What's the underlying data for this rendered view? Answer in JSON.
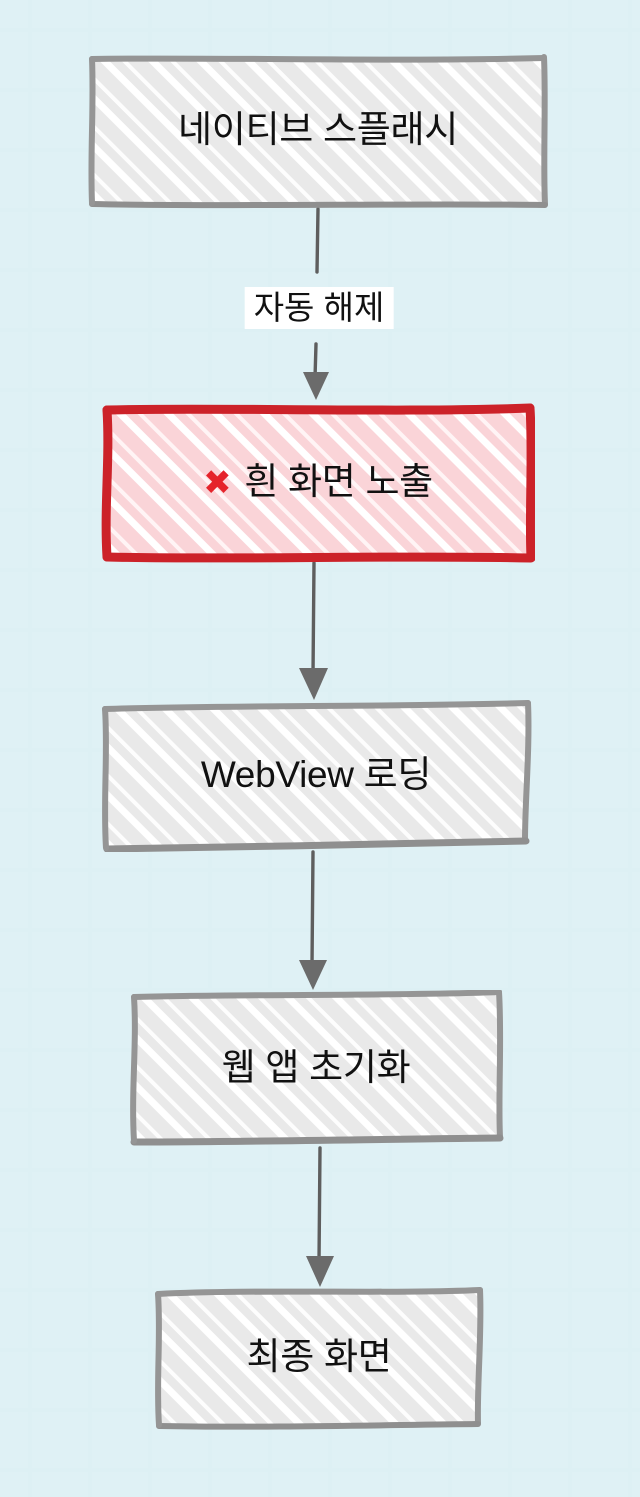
{
  "diagram": {
    "type": "flowchart",
    "orientation": "top-to-bottom",
    "style": "hand-drawn-sketch",
    "title_text": "",
    "colors": {
      "node_fill": "#e9e9e9",
      "node_stroke": "#959595",
      "hatch_stroke": "#ffffff",
      "error_node_fill": "#fad4d8",
      "error_node_stroke": "#cc2229",
      "edge_stroke": "#5e5e5e",
      "text": "#111111",
      "xmark": "#e5232b",
      "background": "#ffffff",
      "background_pattern": "#ddf0f4"
    },
    "nodes": [
      {
        "id": "native-splash",
        "label": "네이티브 스플래시",
        "state": "normal",
        "icon": ""
      },
      {
        "id": "white-screen",
        "label": "흰 화면 노출",
        "state": "error",
        "icon": "cross-mark-icon",
        "icon_glyph": "✖"
      },
      {
        "id": "webview-loading",
        "label": "WebView 로딩",
        "state": "normal",
        "icon": ""
      },
      {
        "id": "webapp-init",
        "label": "웹 앱 초기화",
        "state": "normal",
        "icon": ""
      },
      {
        "id": "final-screen",
        "label": "최종 화면",
        "state": "normal",
        "icon": ""
      }
    ],
    "edges": [
      {
        "id": "e1",
        "from": "native-splash",
        "to": "white-screen",
        "label": "자동 해제"
      },
      {
        "id": "e2",
        "from": "white-screen",
        "to": "webview-loading",
        "label": ""
      },
      {
        "id": "e3",
        "from": "webview-loading",
        "to": "webapp-init",
        "label": ""
      },
      {
        "id": "e4",
        "from": "webapp-init",
        "to": "final-screen",
        "label": ""
      }
    ]
  }
}
